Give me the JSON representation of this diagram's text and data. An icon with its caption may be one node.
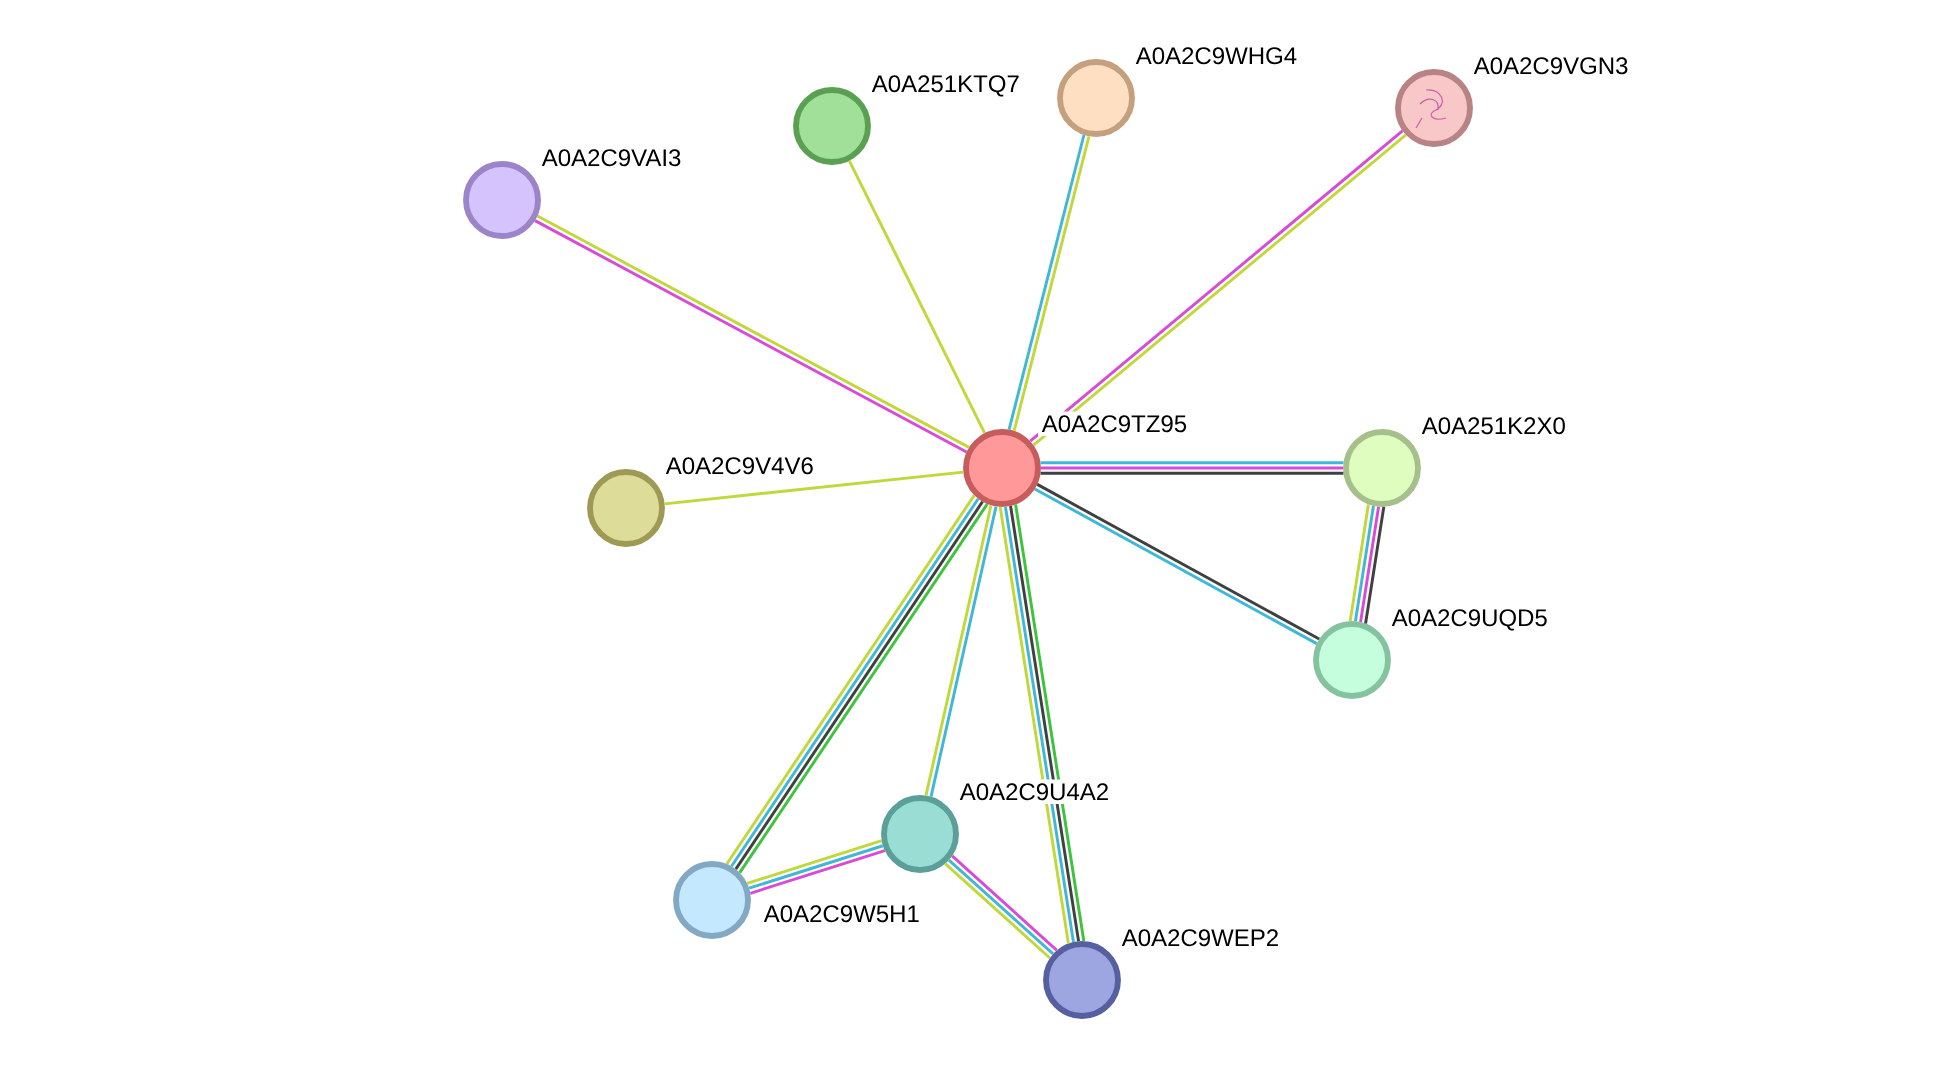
{
  "diagram": {
    "nodes": [
      {
        "text": [
          "A0A2C9WHG4"
        ]
      },
      {
        "text": [
          "A0A2C9VGN3"
        ]
      },
      {
        "text": [
          "A0A251KTQ7"
        ]
      },
      {
        "text": [
          "A0A2C9VAI3"
        ]
      },
      {
        "text": [
          "A0A2C9TZ95"
        ]
      },
      {
        "text": [
          "A0A251K2X0"
        ]
      },
      {
        "text": [
          "A0A2C9V4V6"
        ]
      },
      {
        "text": [
          "A0A2C9UQD5"
        ]
      },
      {
        "text": [
          "A0A2C9U4A2"
        ]
      },
      {
        "text": [
          "A0A2C9W5H1"
        ]
      },
      {
        "text": [
          "A0A2C9WEP2"
        ]
      }
    ],
    "edges": [
      {
        "from": 4,
        "to": 3,
        "arrow": "none",
        "color": "#d94ad9"
      },
      {
        "from": 4,
        "to": 3,
        "arrow": "none",
        "color": "#c1d73a"
      },
      {
        "from": 4,
        "to": 2,
        "arrow": "none",
        "color": "#c1d73a"
      },
      {
        "from": 4,
        "to": 0,
        "arrow": "none",
        "color": "#3fb8d8"
      },
      {
        "from": 4,
        "to": 0,
        "arrow": "none",
        "color": "#c1d73a"
      },
      {
        "from": 4,
        "to": 1,
        "arrow": "none",
        "color": "#d94ad9"
      },
      {
        "from": 4,
        "to": 1,
        "arrow": "none",
        "color": "#c1d73a"
      },
      {
        "from": 4,
        "to": 6,
        "arrow": "none",
        "color": "#c1d73a"
      },
      {
        "from": 4,
        "to": 5,
        "arrow": "none",
        "color": "#3fb8d8"
      },
      {
        "from": 4,
        "to": 5,
        "arrow": "none",
        "color": "#d94ad9"
      },
      {
        "from": 4,
        "to": 5,
        "arrow": "none",
        "color": "#404040"
      },
      {
        "from": 4,
        "to": 7,
        "arrow": "none",
        "color": "#404040"
      },
      {
        "from": 4,
        "to": 7,
        "arrow": "none",
        "color": "#3fb8d8"
      },
      {
        "from": 5,
        "to": 7,
        "arrow": "none",
        "color": "#404040"
      },
      {
        "from": 5,
        "to": 7,
        "arrow": "none",
        "color": "#d94ad9"
      },
      {
        "from": 5,
        "to": 7,
        "arrow": "none",
        "color": "#3fb8d8"
      },
      {
        "from": 5,
        "to": 7,
        "arrow": "none",
        "color": "#c1d73a"
      },
      {
        "from": 4,
        "to": 9,
        "arrow": "none",
        "color": "#3cc43c"
      },
      {
        "from": 4,
        "to": 9,
        "arrow": "none",
        "color": "#404040"
      },
      {
        "from": 4,
        "to": 9,
        "arrow": "none",
        "color": "#3fb8d8"
      },
      {
        "from": 4,
        "to": 9,
        "arrow": "none",
        "color": "#c1d73a"
      },
      {
        "from": 4,
        "to": 8,
        "arrow": "none",
        "color": "#3fb8d8"
      },
      {
        "from": 4,
        "to": 8,
        "arrow": "none",
        "color": "#c1d73a"
      },
      {
        "from": 4,
        "to": 10,
        "arrow": "none",
        "color": "#3cc43c"
      },
      {
        "from": 4,
        "to": 10,
        "arrow": "none",
        "color": "#404040"
      },
      {
        "from": 4,
        "to": 10,
        "arrow": "none",
        "color": "#3fb8d8"
      },
      {
        "from": 4,
        "to": 10,
        "arrow": "none",
        "color": "#c1d73a"
      },
      {
        "from": 9,
        "to": 8,
        "arrow": "none",
        "color": "#c1d73a"
      },
      {
        "from": 9,
        "to": 8,
        "arrow": "none",
        "color": "#3fb8d8"
      },
      {
        "from": 9,
        "to": 8,
        "arrow": "none",
        "color": "#d94ad9"
      },
      {
        "from": 8,
        "to": 10,
        "arrow": "none",
        "color": "#d94ad9"
      },
      {
        "from": 8,
        "to": 10,
        "arrow": "none",
        "color": "#3fb8d8"
      },
      {
        "from": 8,
        "to": 10,
        "arrow": "none",
        "color": "#c1d73a"
      }
    ]
  }
}
